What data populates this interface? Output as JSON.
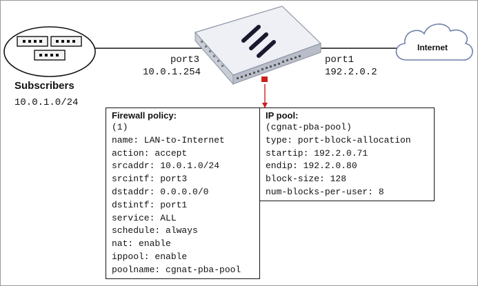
{
  "subscribers": {
    "label": "Subscribers",
    "subnet": "10.0.1.0/24"
  },
  "fortigate": {
    "port3": {
      "name": "port3",
      "ip": "10.0.1.254"
    },
    "port1": {
      "name": "port1",
      "ip": "192.2.0.2"
    }
  },
  "internet": {
    "label": "Internet"
  },
  "firewall_policy": {
    "title": "Firewall policy:",
    "lines": [
      "(1)",
      "name: LAN-to-Internet",
      "action: accept",
      "srcaddr: 10.0.1.0/24",
      "srcintf: port3",
      "dstaddr: 0.0.0.0/0",
      "dstintf: port1",
      "service: ALL",
      "schedule: always",
      "nat: enable",
      "ippool: enable",
      "poolname: cgnat-pba-pool"
    ]
  },
  "ip_pool": {
    "title": "IP pool:",
    "lines": [
      "(cgnat-pba-pool)",
      "type: port-block-allocation",
      "startip: 192.2.0.71",
      "endip: 192.2.0.80",
      "block-size: 128",
      "num-blocks-per-user: 8"
    ]
  },
  "colors": {
    "line": "#111111",
    "arrow": "#cc1f1f",
    "device_top": "#eef0f5",
    "device_side": "#c9cdd6",
    "device_stripe": "#1a1a2e",
    "cloud_stroke": "#6f7fa8"
  }
}
